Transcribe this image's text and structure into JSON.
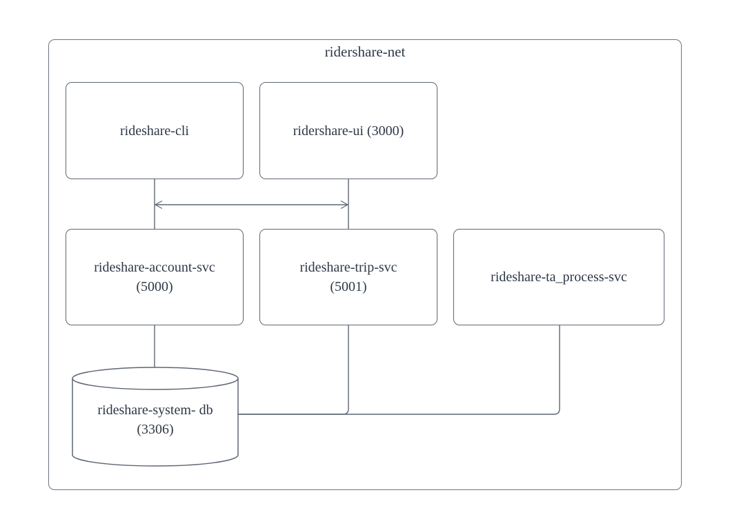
{
  "diagram": {
    "title": "ridershare-net",
    "nodes": [
      {
        "id": "cli",
        "shape": "rect",
        "label": "rideshare-cli",
        "sublabel": ""
      },
      {
        "id": "ui",
        "shape": "rect",
        "label": "ridershare-ui (3000)",
        "sublabel": ""
      },
      {
        "id": "account",
        "shape": "rect",
        "label": "rideshare-account-svc",
        "sublabel": "(5000)"
      },
      {
        "id": "trip",
        "shape": "rect",
        "label": "rideshare-trip-svc",
        "sublabel": "(5001)"
      },
      {
        "id": "ta",
        "shape": "rect",
        "label": "rideshare-ta_process-svc",
        "sublabel": ""
      },
      {
        "id": "db",
        "shape": "cylinder",
        "label": "rideshare-system- db",
        "sublabel": "(3306)"
      }
    ],
    "edges": [
      {
        "from": "rideshare-cli",
        "to": "rideshare-account-svc (5000)",
        "arrows": "none"
      },
      {
        "from": "ridershare-ui (3000)",
        "to": "rideshare-trip-svc (5001)",
        "arrows": "none"
      },
      {
        "from": "rideshare-cli",
        "to": "ridershare-ui (3000)",
        "arrows": "both"
      },
      {
        "from": "rideshare-account-svc (5000)",
        "to": "rideshare-system- db (3306)",
        "arrows": "none"
      },
      {
        "from": "rideshare-trip-svc (5001)",
        "to": "rideshare-system- db (3306)",
        "arrows": "none"
      },
      {
        "from": "rideshare-ta_process-svc",
        "to": "rideshare-system- db (3306)",
        "arrows": "none"
      }
    ],
    "colors": {
      "stroke": "#5d6673",
      "text": "#2e3847",
      "canvas_background": "#ffffff",
      "node_background": "#ffffff"
    }
  }
}
